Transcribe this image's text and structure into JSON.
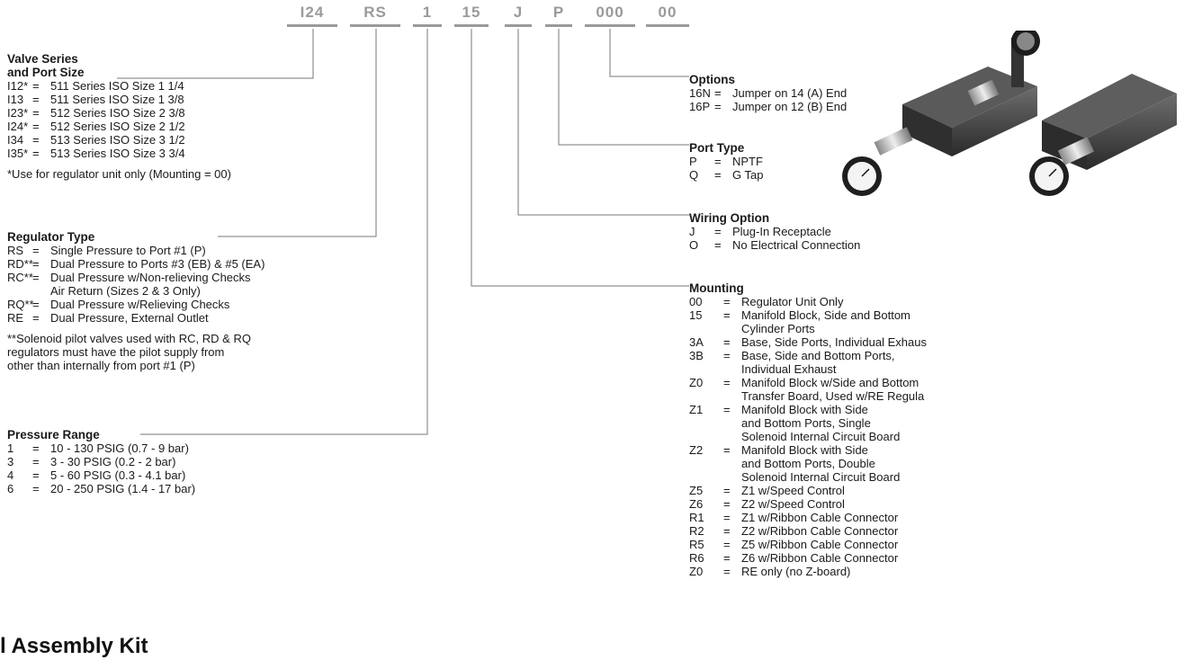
{
  "part_code": [
    "I24",
    "RS",
    "1",
    "15",
    "J",
    "P",
    "000",
    "00"
  ],
  "left": {
    "valve_series": {
      "title_line1": "Valve Series",
      "title_line2": "and Port Size",
      "items": [
        {
          "code": "I12*",
          "desc": "511 Series ISO Size 1 1/4"
        },
        {
          "code": "I13",
          "desc": "511 Series ISO Size 1 3/8"
        },
        {
          "code": "I23*",
          "desc": "512 Series ISO Size 2 3/8"
        },
        {
          "code": "I24*",
          "desc": "512 Series ISO Size 2 1/2"
        },
        {
          "code": "I34",
          "desc": "513 Series ISO Size 3 1/2"
        },
        {
          "code": "I35*",
          "desc": "513 Series ISO Size 3 3/4"
        }
      ],
      "note": "*Use for regulator unit only (Mounting = 00)"
    },
    "regulator_type": {
      "title": "Regulator Type",
      "items": [
        {
          "code": "RS",
          "desc": "Single Pressure to Port #1 (P)"
        },
        {
          "code": "RD**",
          "desc": "Dual Pressure to Ports #3 (EB) & #5 (EA)"
        },
        {
          "code": "RC**",
          "desc": "Dual Pressure w/Non-relieving Checks"
        },
        {
          "code": "",
          "desc": "Air Return (Sizes 2 & 3 Only)"
        },
        {
          "code": "RQ**",
          "desc": "Dual Pressure w/Relieving Checks"
        },
        {
          "code": "RE",
          "desc": "Dual Pressure, External Outlet"
        }
      ],
      "note_lines": [
        "**Solenoid pilot valves used with RC, RD & RQ",
        "regulators must have the pilot supply from",
        "other than internally from port #1 (P)"
      ]
    },
    "pressure_range": {
      "title": "Pressure Range",
      "items": [
        {
          "code": "1",
          "desc": "10 - 130 PSIG (0.7 - 9 bar)"
        },
        {
          "code": "3",
          "desc": "3 - 30 PSIG (0.2 - 2 bar)"
        },
        {
          "code": "4",
          "desc": "5 - 60 PSIG (0.3 - 4.1 bar)"
        },
        {
          "code": "6",
          "desc": "20 - 250 PSIG (1.4 - 17 bar)"
        }
      ]
    }
  },
  "right": {
    "options": {
      "title": "Options",
      "items": [
        {
          "code": "16N",
          "desc": "Jumper on 14 (A) End"
        },
        {
          "code": "16P",
          "desc": "Jumper on 12 (B) End"
        }
      ]
    },
    "port_type": {
      "title": "Port Type",
      "items": [
        {
          "code": "P",
          "desc": "NPTF"
        },
        {
          "code": "Q",
          "desc": "G Tap"
        }
      ]
    },
    "wiring_option": {
      "title": "Wiring Option",
      "items": [
        {
          "code": "J",
          "desc": "Plug-In Receptacle"
        },
        {
          "code": "O",
          "desc": "No Electrical Connection"
        }
      ]
    },
    "mounting": {
      "title": "Mounting",
      "items": [
        {
          "code": "00",
          "desc": "Regulator Unit Only"
        },
        {
          "code": "15",
          "desc": "Manifold Block, Side and Bottom"
        },
        {
          "code": "",
          "desc": "Cylinder Ports"
        },
        {
          "code": "3A",
          "desc": "Base, Side Ports, Individual Exhaus"
        },
        {
          "code": "3B",
          "desc": "Base, Side and Bottom Ports,"
        },
        {
          "code": "",
          "desc": "Individual Exhaust"
        },
        {
          "code": "Z0",
          "desc": "Manifold Block w/Side and Bottom"
        },
        {
          "code": "",
          "desc": "Transfer Board, Used w/RE Regula"
        },
        {
          "code": "Z1",
          "desc": "Manifold Block with Side"
        },
        {
          "code": "",
          "desc": "and Bottom Ports, Single"
        },
        {
          "code": "",
          "desc": "Solenoid Internal Circuit Board"
        },
        {
          "code": "Z2",
          "desc": "Manifold Block with Side"
        },
        {
          "code": "",
          "desc": "and Bottom Ports, Double"
        },
        {
          "code": "",
          "desc": "Solenoid Internal Circuit Board"
        },
        {
          "code": "Z5",
          "desc": "Z1 w/Speed Control"
        },
        {
          "code": "Z6",
          "desc": "Z2 w/Speed Control"
        },
        {
          "code": "R1",
          "desc": "Z1 w/Ribbon Cable Connector"
        },
        {
          "code": "R2",
          "desc": "Z2 w/Ribbon Cable Connector"
        },
        {
          "code": "R5",
          "desc": "Z5 w/Ribbon Cable Connector"
        },
        {
          "code": "R6",
          "desc": "Z6 w/Ribbon Cable Connector"
        },
        {
          "code": "Z0",
          "desc": "RE only (no Z-board)"
        }
      ]
    }
  },
  "equals_sign": "=",
  "bottom_title": "l Assembly Kit"
}
